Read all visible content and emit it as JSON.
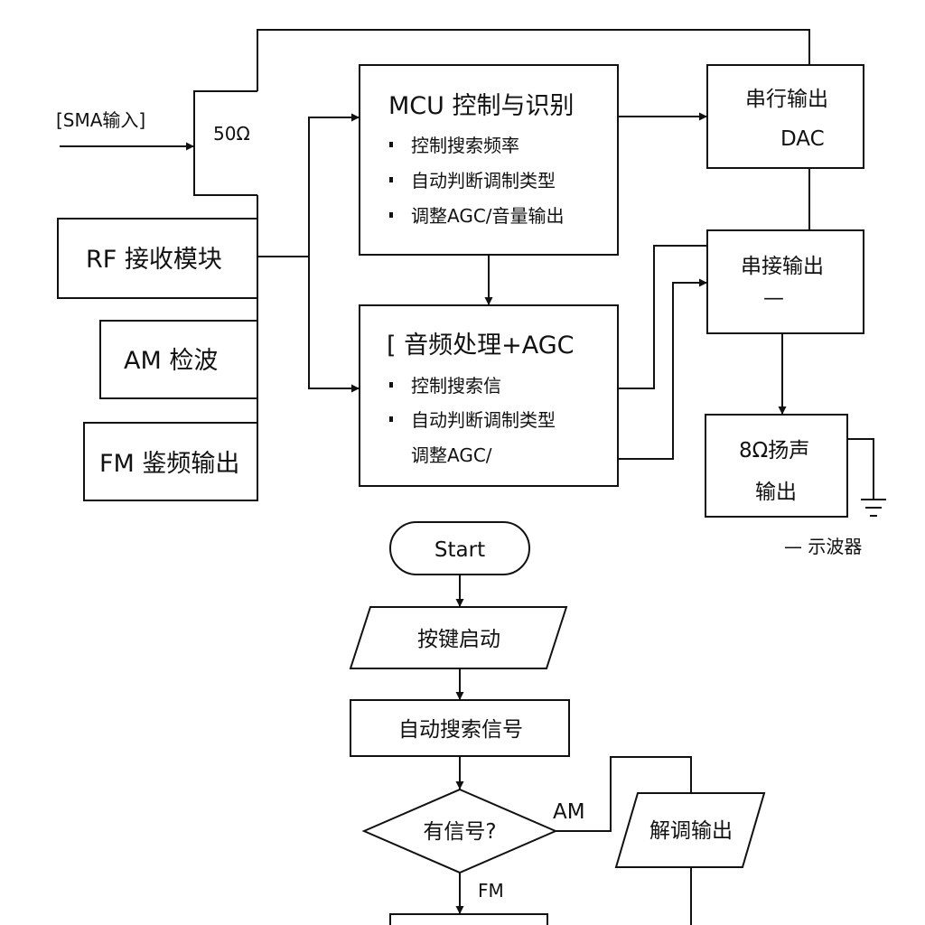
{
  "sma_input_label": "[SMA输入]",
  "impedance_50": "50Ω",
  "rf_module": "RF 接收模块",
  "am_detect": "AM 检波",
  "fm_output": "FM 鉴频输出",
  "mcu": {
    "title": "MCU 控制与识别",
    "bullets": [
      "控制搜索频率",
      "自动判断调制类型",
      "调整AGC/音量输出"
    ]
  },
  "audio": {
    "title": "[ 音频处理+AGC",
    "bullets": [
      "控制搜索信",
      "自动判断调制类型",
      "调整AGC/"
    ]
  },
  "tr_box": {
    "line1": "串行输出",
    "line2": "DAC"
  },
  "mr_box": {
    "line1": "串接输出",
    "line2": "—"
  },
  "speaker_box": {
    "line1": "8Ω扬声",
    "line2": "输出"
  },
  "ground_label": "— 示波器",
  "flow": {
    "start": "Start",
    "key_start": "按键启动",
    "auto_search": "自动搜索信号",
    "has_signal": "有信号?",
    "am_label": "AM",
    "fm_label": "FM",
    "demod_output": "解调输出"
  }
}
